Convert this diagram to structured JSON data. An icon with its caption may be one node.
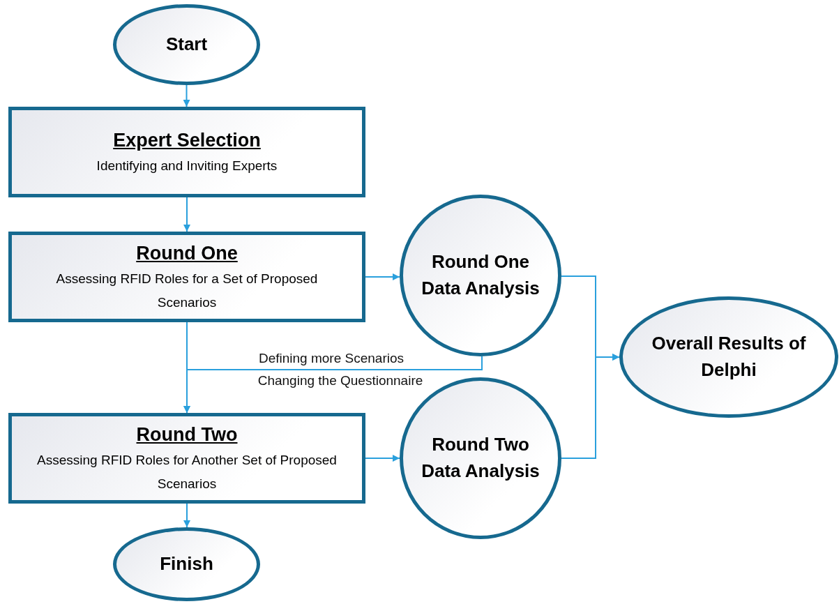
{
  "diagram": {
    "nodes": [
      {
        "text": [
          "Start"
        ]
      },
      {
        "text": [
          "Expert Selection",
          "Identifying and Inviting Experts"
        ]
      },
      {
        "text": [
          "Round One",
          "Assessing RFID Roles for a Set of Proposed Scenarios"
        ]
      },
      {
        "text": [
          "Round One Data Analysis"
        ]
      },
      {
        "text": [
          "Overall Results of Delphi"
        ]
      },
      {
        "text": [
          "Round Two",
          "Assessing RFID Roles for Another Set of Proposed Scenarios"
        ]
      },
      {
        "text": [
          "Round Two Data Analysis"
        ]
      },
      {
        "text": [
          "Finish"
        ]
      }
    ],
    "edges": [
      {
        "from": 0,
        "to": 1,
        "arrow": "to"
      },
      {
        "from": 1,
        "to": 2,
        "arrow": "to"
      },
      {
        "from": 2,
        "to": 3,
        "arrow": "to"
      },
      {
        "from": 2,
        "to": 5,
        "arrow": "to"
      },
      {
        "from": 3,
        "to": 5,
        "arrow": "to",
        "label": "Defining more Scenarios"
      },
      {
        "from": 3,
        "to": 4,
        "arrow": "to"
      },
      {
        "from": 6,
        "to": 4,
        "arrow": "to"
      },
      {
        "from": 5,
        "to": 6,
        "arrow": "to"
      },
      {
        "from": 5,
        "to": 7,
        "arrow": "to"
      }
    ],
    "labels": [
      "Changing the Questionnaire"
    ]
  }
}
